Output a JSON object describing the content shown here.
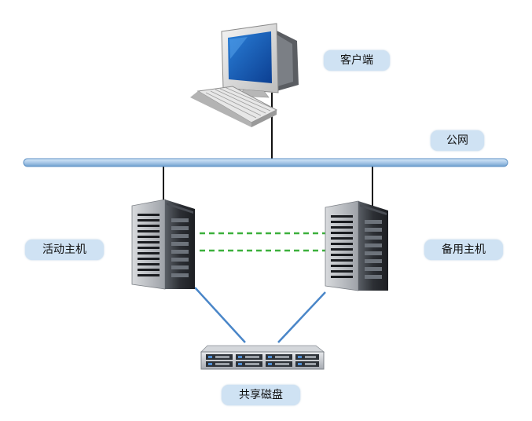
{
  "labels": {
    "client": "客户端",
    "public_network": "公网",
    "active_host": "活动主机",
    "standby_host": "备用主机",
    "shared_disk": "共享磁盘"
  },
  "colors": {
    "network_bus": "#a9c9e8",
    "heartbeat": "#3cb03c",
    "storage_link": "#4a86c8",
    "label_bg": "#cfe2f3"
  },
  "icons": {
    "client": "desktop-computer-icon",
    "active_host": "tower-server-icon",
    "standby_host": "tower-server-icon",
    "shared_disk": "rack-disk-array-icon"
  }
}
